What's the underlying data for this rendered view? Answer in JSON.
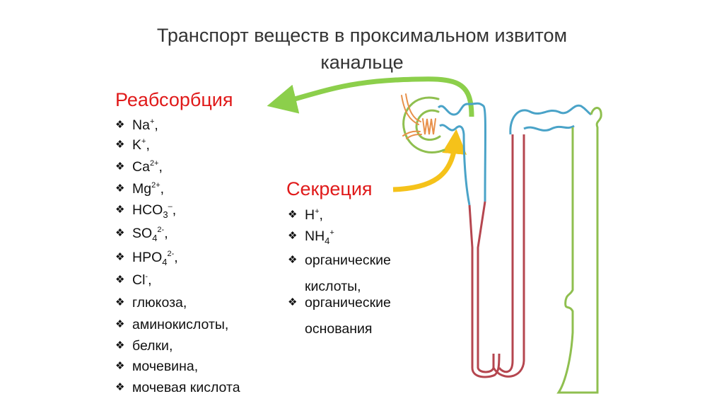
{
  "title": {
    "line1": "Транспорт веществ в проксимальном извитом",
    "line2": "канальце"
  },
  "bullet": "❖",
  "reabsorption": {
    "heading": "Реабсорбция",
    "items": [
      {
        "base": "Na",
        "sub": "",
        "sup": "+",
        "tail": ","
      },
      {
        "base": "K",
        "sub": "",
        "sup": "+",
        "tail": ","
      },
      {
        "base": "Ca",
        "sub": "",
        "sup": "2+",
        "tail": ","
      },
      {
        "base": "Mg",
        "sub": "",
        "sup": "2+",
        "tail": ","
      },
      {
        "base": "HCO",
        "sub": "3",
        "sup": "–",
        "tail": ","
      },
      {
        "base": "SO",
        "sub": "4",
        "sup": "2-",
        "tail": ","
      },
      {
        "base": "HPO",
        "sub": "4",
        "sup": "2-",
        "tail": ","
      },
      {
        "base": "Cl",
        "sub": "",
        "sup": "-",
        "tail": ","
      },
      {
        "base": "глюкоза,",
        "sub": "",
        "sup": "",
        "tail": ""
      },
      {
        "base": "аминокислоты,",
        "sub": "",
        "sup": "",
        "tail": ""
      },
      {
        "base": "белки,",
        "sub": "",
        "sup": "",
        "tail": ""
      },
      {
        "base": "мочевина,",
        "sub": "",
        "sup": "",
        "tail": ""
      },
      {
        "base": "мочевая кислота",
        "sub": "",
        "sup": "",
        "tail": ""
      }
    ]
  },
  "secretion": {
    "heading": "Секреция",
    "items": [
      {
        "base": "H",
        "sub": "",
        "sup": "+",
        "tail": ",",
        "line2": ""
      },
      {
        "base": "NH",
        "sub": "4",
        "sup": "+",
        "tail": "",
        "line2": ""
      },
      {
        "base": "органические",
        "sub": "",
        "sup": "",
        "tail": "",
        "line2": "кислоты,"
      },
      {
        "base": "органические",
        "sub": "",
        "sup": "",
        "tail": "",
        "line2": "основания"
      }
    ]
  },
  "colors": {
    "heading": "#e01a1a",
    "reabsorption_arrow": "#8ccf4b",
    "secretion_arrow": "#f5c21a",
    "proximal": "#4aa3c8",
    "loop": "#b5464f",
    "distal": "#8fbf4f",
    "glomerulus": "#e8904a"
  }
}
